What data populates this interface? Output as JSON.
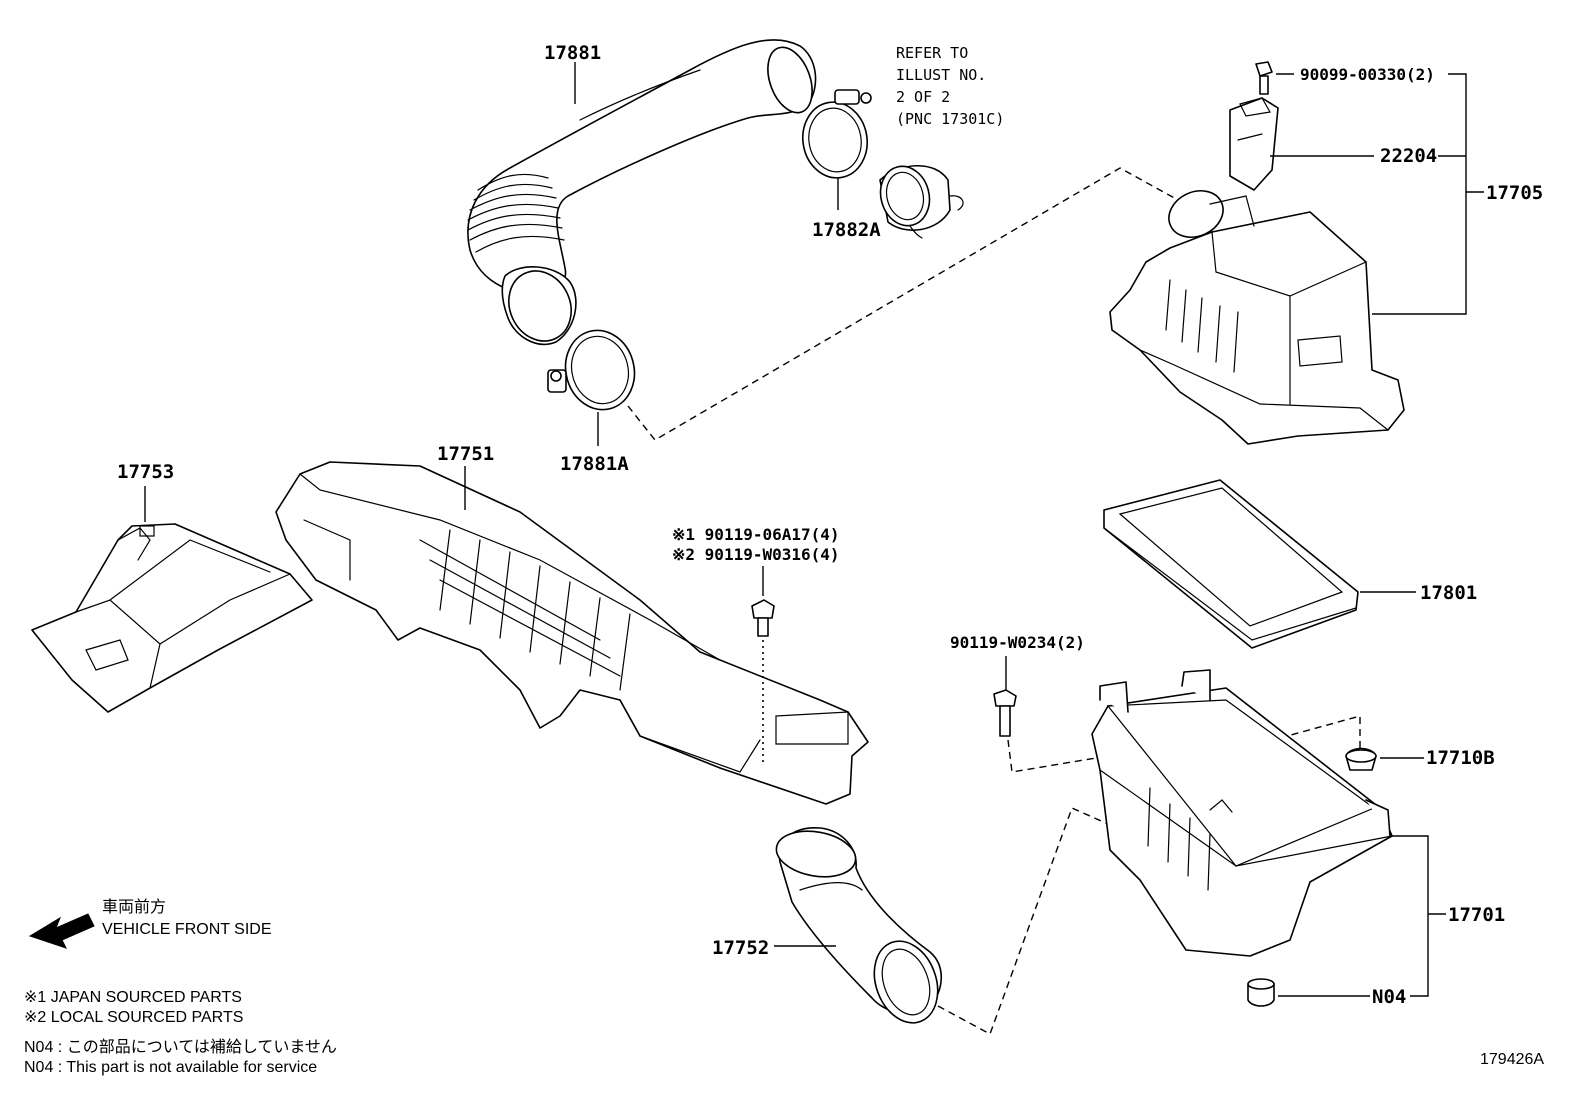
{
  "callouts": {
    "p17881": "17881",
    "p17882a": "17882A",
    "p17881a": "17881A",
    "p17753": "17753",
    "p17751": "17751",
    "p17752": "17752",
    "p90119_06a17": "※1 90119-06A17(4)",
    "p90119_w0316": "※2 90119-W0316(4)",
    "p90119_w0234": "90119-W0234(2)",
    "p90099_00330": "90099-00330(2)",
    "p22204": "22204",
    "p17705": "17705",
    "p17801": "17801",
    "p17710b": "17710B",
    "p17701": "17701",
    "pN04": "N04"
  },
  "refer_note": [
    "REFER TO",
    "ILLUST NO.",
    "2 OF 2",
    "(PNC 17301C)"
  ],
  "direction": {
    "jp": "車両前方",
    "en": "VEHICLE FRONT SIDE"
  },
  "legend": {
    "s1": "※1 JAPAN SOURCED PARTS",
    "s2": "※2 LOCAL SOURCED PARTS",
    "n04_jp": "N04 : この部品については補給していません",
    "n04_en": "N04 : This part is not available for service"
  },
  "illustration_id": "179426A"
}
